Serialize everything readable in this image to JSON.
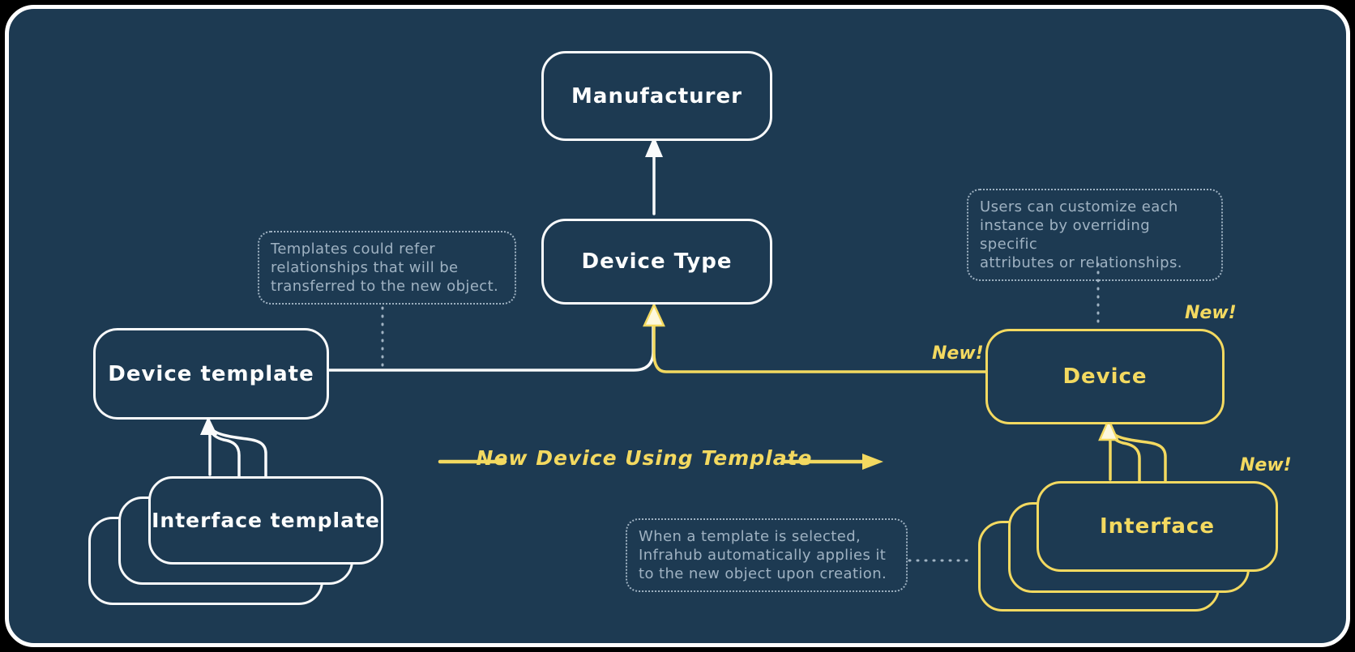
{
  "diagram": {
    "title_hint": "Infrahub device template relationship diagram",
    "nodes": {
      "manufacturer": {
        "label": "Manufacturer"
      },
      "device_type": {
        "label": "Device Type"
      },
      "device_template": {
        "label": "Device template"
      },
      "interface_template": {
        "label": "Interface template"
      },
      "device": {
        "label": "Device"
      },
      "interface": {
        "label": "Interface"
      }
    },
    "badges": {
      "device_top": "New!",
      "device_link": "New!",
      "interface_top": "New!"
    },
    "flow_arrow": {
      "label": "New Device Using Template"
    },
    "notes": {
      "templates": {
        "lines": {
          "0": "Templates could refer",
          "1": "relationships that will be",
          "2": "transferred to the new object."
        }
      },
      "customize": {
        "lines": {
          "0": "Users can customize each",
          "1": "instance by overriding specific",
          "2": "attributes or relationships."
        }
      },
      "apply": {
        "lines": {
          "0": "When a template is selected,",
          "1": "Infrahub automatically applies it",
          "2": "to the new object upon creation."
        }
      }
    },
    "colors": {
      "background": "#1d3a52",
      "frame_border": "#ffffff",
      "white_stroke": "#f9fafb",
      "yellow_stroke": "#f3d960",
      "note_gray": "#9fb2c2",
      "arrowhead_fill": "#fdf8dc"
    }
  }
}
